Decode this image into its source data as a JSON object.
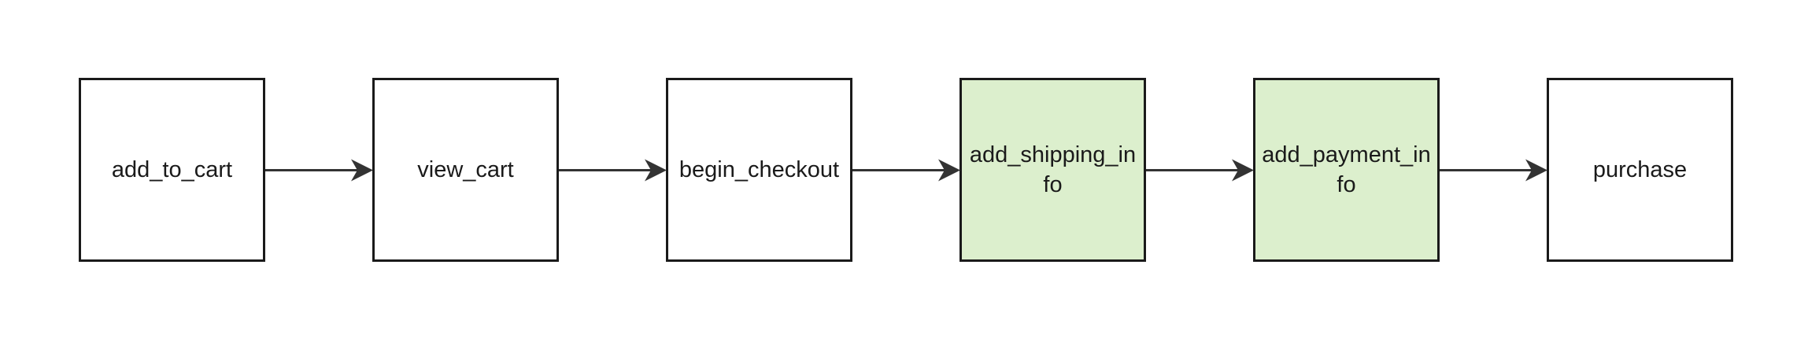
{
  "diagram": {
    "type": "flowchart",
    "direction": "left-to-right",
    "nodes": [
      {
        "id": "add_to_cart",
        "label": "add_to_cart",
        "lines": [
          "add_to_cart"
        ],
        "highlighted": false
      },
      {
        "id": "view_cart",
        "label": "view_cart",
        "lines": [
          "view_cart"
        ],
        "highlighted": false
      },
      {
        "id": "begin_checkout",
        "label": "begin_checkout",
        "lines": [
          "begin_checkout"
        ],
        "highlighted": false
      },
      {
        "id": "add_shipping_info",
        "label": "add_shipping_info",
        "lines": [
          "add_shipping_in",
          "fo"
        ],
        "highlighted": true
      },
      {
        "id": "add_payment_info",
        "label": "add_payment_info",
        "lines": [
          "add_payment_in",
          "fo"
        ],
        "highlighted": true
      },
      {
        "id": "purchase",
        "label": "purchase",
        "lines": [
          "purchase"
        ],
        "highlighted": false
      }
    ],
    "edges": [
      {
        "from": "add_to_cart",
        "to": "view_cart"
      },
      {
        "from": "view_cart",
        "to": "begin_checkout"
      },
      {
        "from": "begin_checkout",
        "to": "add_shipping_info"
      },
      {
        "from": "add_shipping_info",
        "to": "add_payment_info"
      },
      {
        "from": "add_payment_info",
        "to": "purchase"
      }
    ],
    "colors": {
      "background": "#ffffff",
      "node_fill": "#ffffff",
      "node_fill_highlighted": "#dcefcd",
      "node_border": "#1a1a1a",
      "text": "#1a1a1a",
      "arrow": "#333333"
    }
  }
}
